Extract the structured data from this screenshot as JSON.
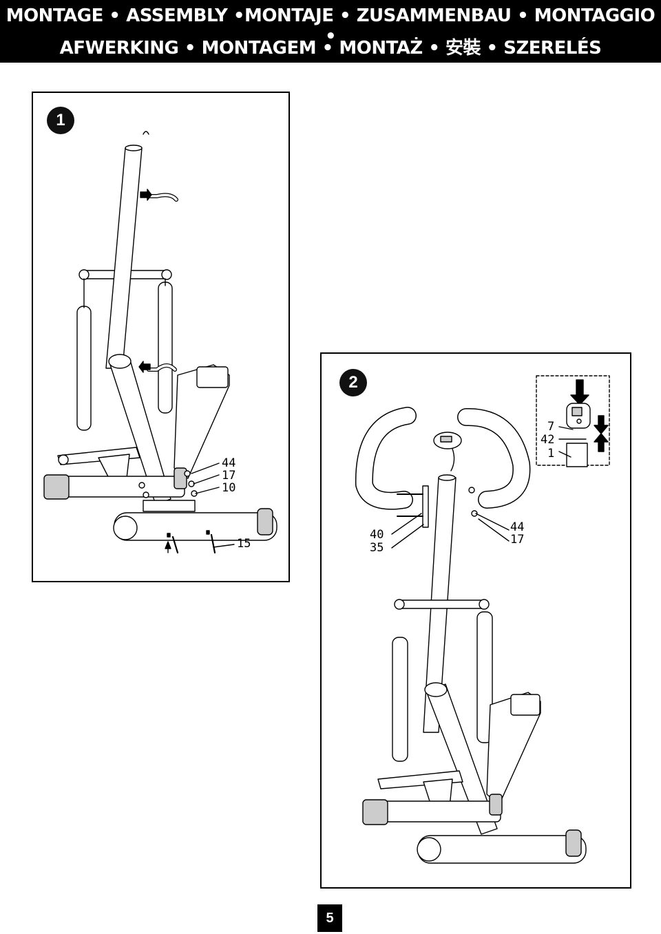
{
  "header": {
    "line1": "MONTAGE • ASSEMBLY •MONTAJE • ZUSAMMENBAU • MONTAGGIO •",
    "line2": "AFWERKING • MONTAGEM • MONTAŻ • 安裝 • SZERELÉS"
  },
  "steps": [
    {
      "number": "1",
      "callouts": {
        "group": [
          "44",
          "17",
          "10"
        ],
        "bolt": "15"
      }
    },
    {
      "number": "2",
      "callouts_left": [
        "40",
        "35"
      ],
      "callouts_right": [
        "44",
        "17"
      ],
      "detail_labels": [
        "7",
        "42",
        "1"
      ]
    }
  ],
  "page_number": "5"
}
